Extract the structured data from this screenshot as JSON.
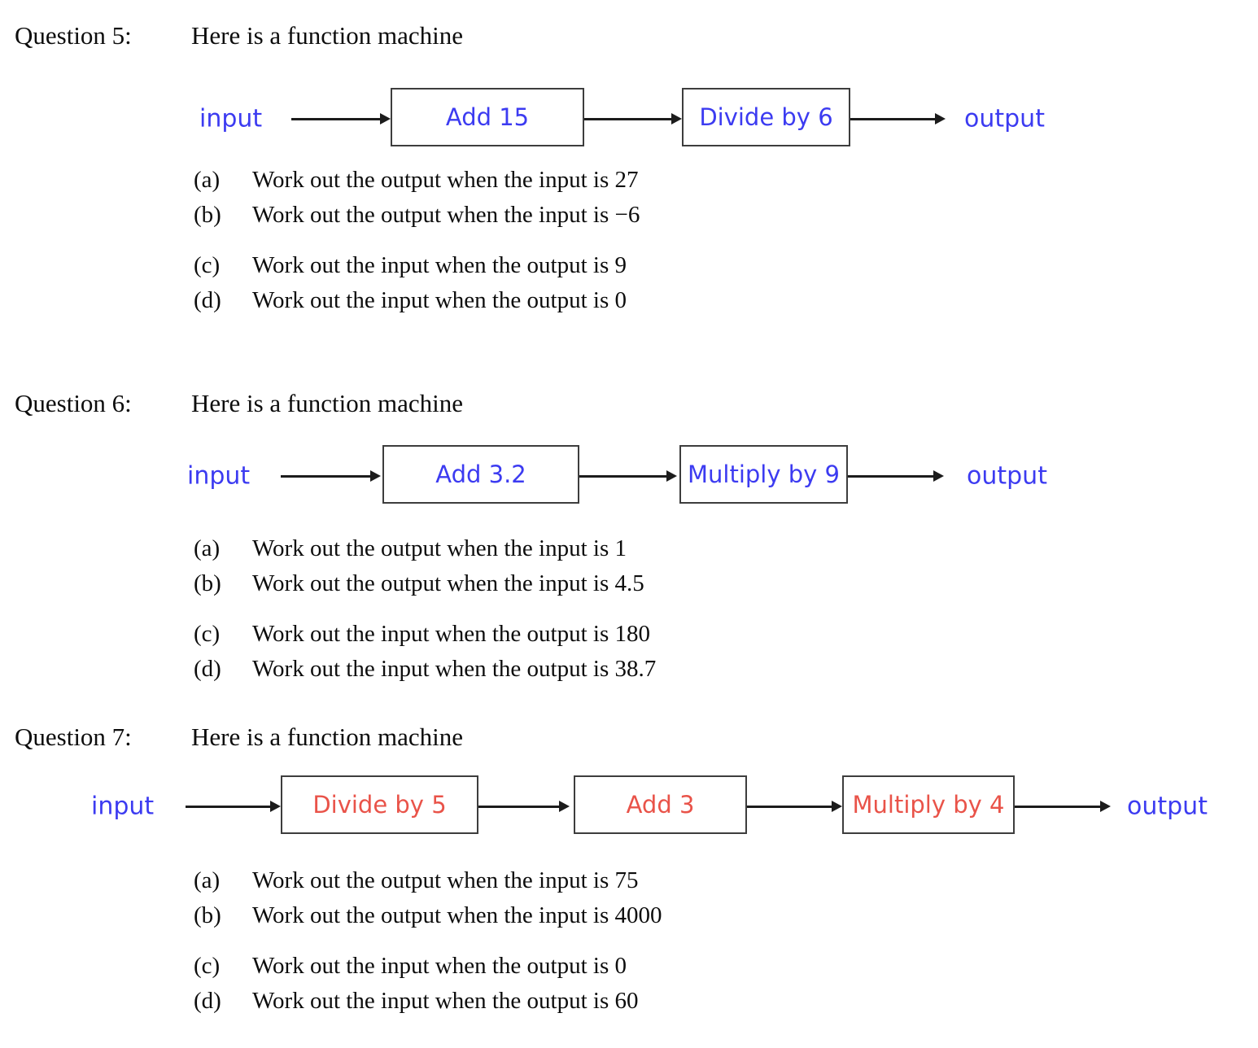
{
  "colors": {
    "blue": "#3c3bf1",
    "red": "#e95349",
    "text": "#0d0d0d"
  },
  "questions": [
    {
      "label": "Question 5:",
      "intro": "Here is a function machine",
      "machine": {
        "input": "input",
        "output": "output",
        "boxes": [
          {
            "label": "Add 15"
          },
          {
            "label": "Divide by 6"
          }
        ]
      },
      "parts": [
        {
          "letter": "(a)",
          "text": "Work out the output when the input is 27"
        },
        {
          "letter": "(b)",
          "text": "Work out the output when the input is −6"
        },
        {
          "letter": "(c)",
          "text": "Work out the input when the output is 9"
        },
        {
          "letter": "(d)",
          "text": "Work out the input when the output is 0"
        }
      ]
    },
    {
      "label": "Question 6:",
      "intro": "Here is a function machine",
      "machine": {
        "input": "input",
        "output": "output",
        "boxes": [
          {
            "label": "Add 3.2"
          },
          {
            "label": "Multiply by 9"
          }
        ]
      },
      "parts": [
        {
          "letter": "(a)",
          "text": "Work out the output when the input is 1"
        },
        {
          "letter": "(b)",
          "text": "Work out the output when the input is 4.5"
        },
        {
          "letter": "(c)",
          "text": "Work out the input when the output is 180"
        },
        {
          "letter": "(d)",
          "text": "Work out the input when the output is 38.7"
        }
      ]
    },
    {
      "label": "Question 7:",
      "intro": "Here is a function machine",
      "machine": {
        "input": "input",
        "output": "output",
        "boxes": [
          {
            "label": "Divide by 5"
          },
          {
            "label": "Add 3"
          },
          {
            "label": "Multiply by 4"
          }
        ]
      },
      "parts": [
        {
          "letter": "(a)",
          "text": "Work out the output when the input is 75"
        },
        {
          "letter": "(b)",
          "text": "Work out the output when the input is 4000"
        },
        {
          "letter": "(c)",
          "text": "Work out the input when the output is 0"
        },
        {
          "letter": "(d)",
          "text": "Work out the input when the output is 60"
        }
      ]
    }
  ]
}
